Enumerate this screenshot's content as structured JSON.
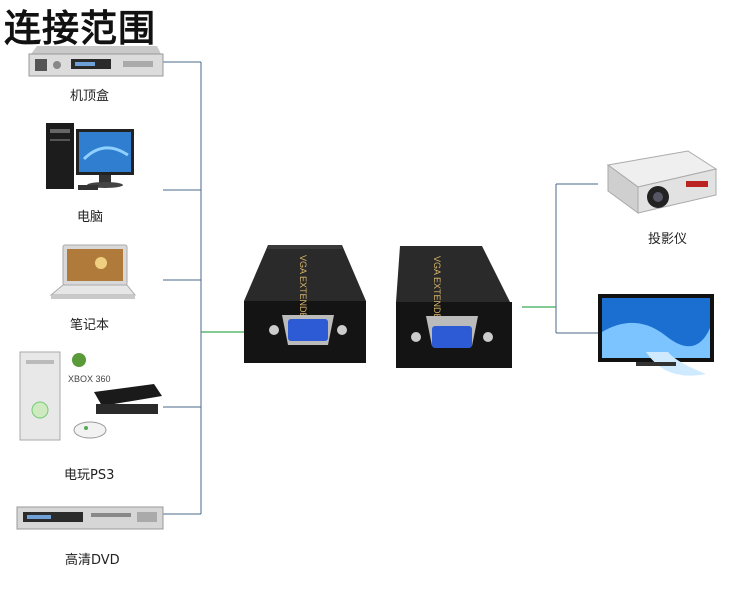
{
  "title": "连接范围",
  "sources": [
    {
      "label": "机顶盒",
      "icon": "set-top-box"
    },
    {
      "label": "电脑",
      "icon": "desktop-computer"
    },
    {
      "label": "笔记本",
      "icon": "laptop"
    },
    {
      "label": "电玩PS3",
      "icon": "game-consoles"
    },
    {
      "label": "高清DVD",
      "icon": "dvd-player"
    }
  ],
  "extenders": [
    {
      "text": "VGA EXTENDER"
    },
    {
      "text": "VGA EXTENDER"
    }
  ],
  "outputs": [
    {
      "label": "投影仪",
      "icon": "projector"
    },
    {
      "label": "",
      "icon": "lcd-tv"
    }
  ],
  "console_brand": "XBOX 360",
  "colors": {
    "wire": "#4a6a8a",
    "link": "#3aaa55",
    "extender": "#1e1e1e",
    "vga_port": "#2d5bd6"
  }
}
